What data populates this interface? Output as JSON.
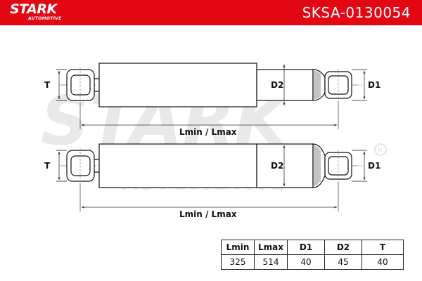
{
  "header": {
    "brand": "STARK",
    "brand_sub": "AUTOMOTIVE",
    "part_number": "SKSA-0130054",
    "color": "#e30613"
  },
  "watermark": {
    "brand": "STARK",
    "sub": "AUTOMOTIVE"
  },
  "drawing": {
    "top": {
      "label_t": "T",
      "label_d1": "D1",
      "label_d2": "D2",
      "label_length": "Lmin / Lmax"
    },
    "bottom": {
      "label_t": "T",
      "label_d1": "D1",
      "label_d2": "D2",
      "label_length": "Lmin / Lmax"
    }
  },
  "spec_table": {
    "headers": [
      "Lmin",
      "Lmax",
      "D1",
      "D2",
      "T"
    ],
    "values": [
      "325",
      "514",
      "40",
      "45",
      "40"
    ]
  }
}
